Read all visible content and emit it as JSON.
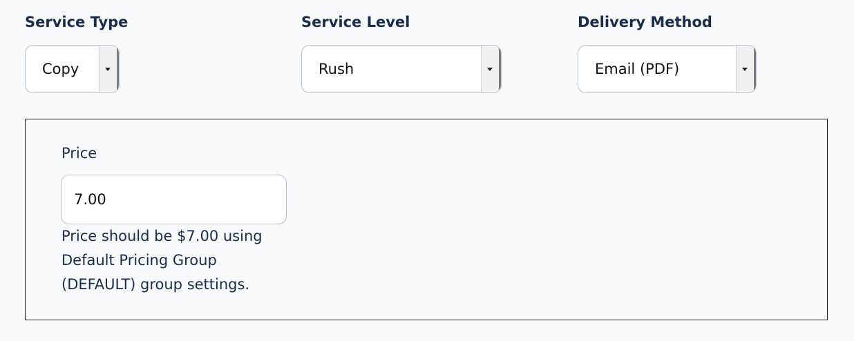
{
  "service_type": {
    "label": "Service Type",
    "selected": "Copy"
  },
  "service_level": {
    "label": "Service Level",
    "selected": "Rush"
  },
  "delivery_method": {
    "label": "Delivery Method",
    "selected": "Email (PDF)"
  },
  "price": {
    "label": "Price",
    "value": "7.00",
    "help_text": "Price should be $7.00 using Default Pricing Group (DEFAULT) group settings."
  },
  "icons": {
    "dropdown": "chevron-down-icon"
  }
}
